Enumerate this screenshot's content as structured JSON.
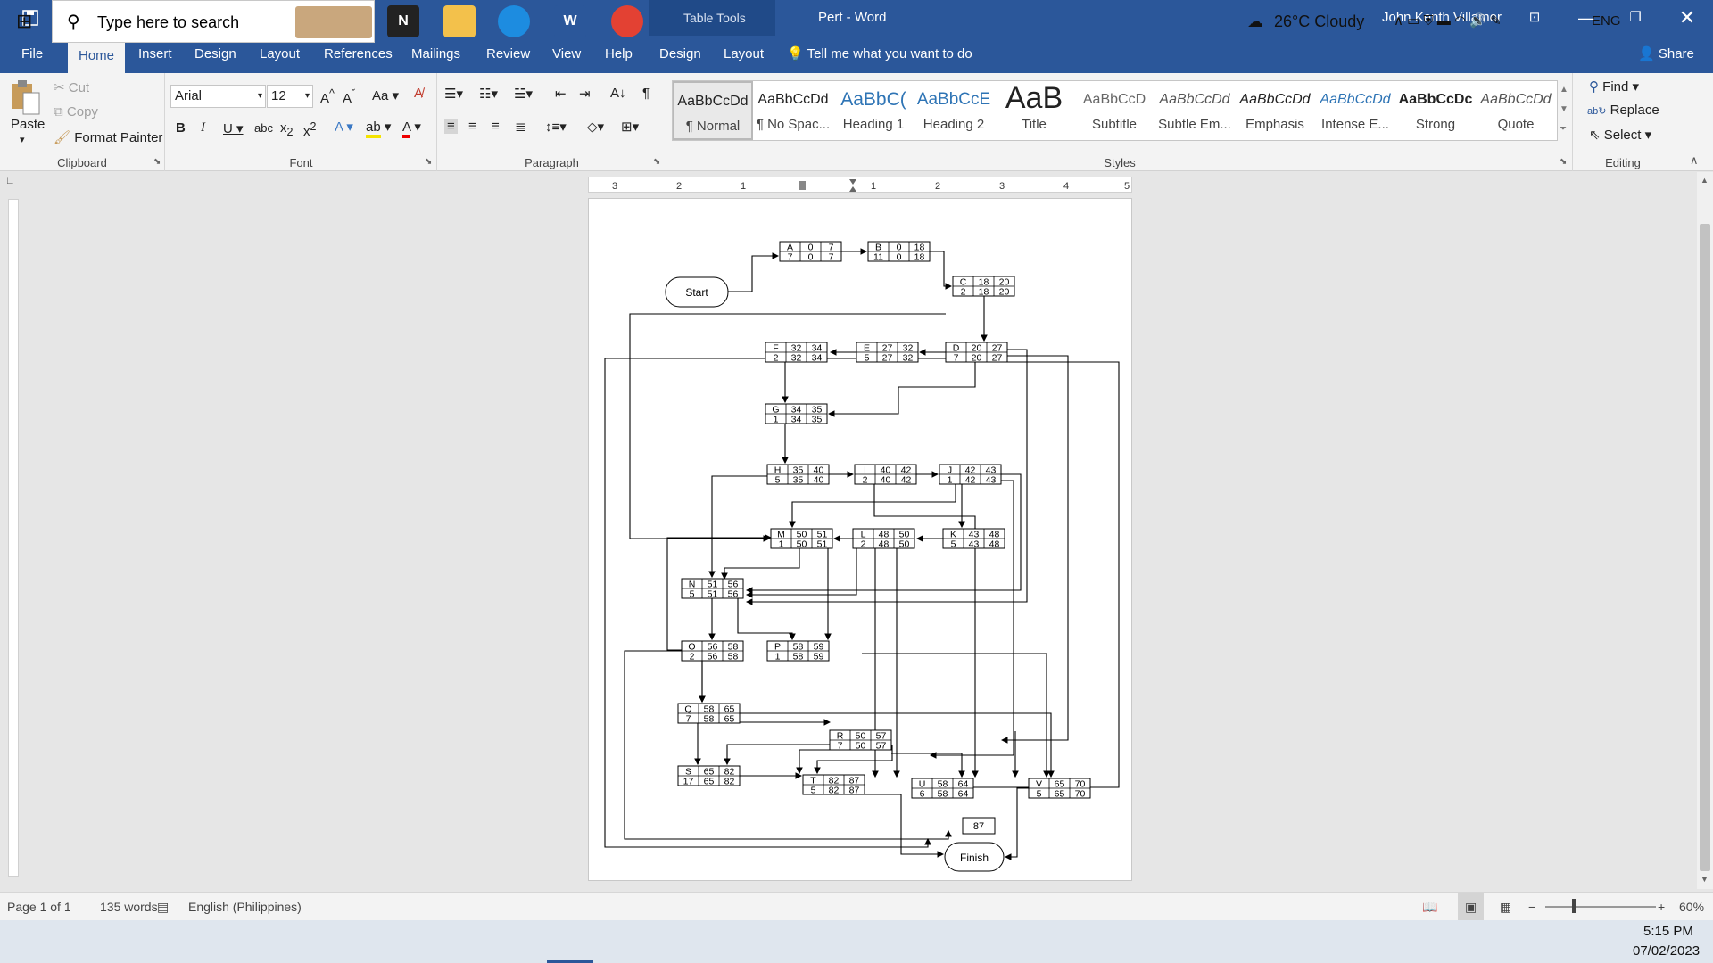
{
  "window": {
    "app_title": "Pert  -  Word",
    "context_tab": "Table Tools",
    "user": "John Kenth Villamor"
  },
  "tabs": [
    "File",
    "Home",
    "Insert",
    "Design",
    "Layout",
    "References",
    "Mailings",
    "Review",
    "View",
    "Help",
    "Design",
    "Layout"
  ],
  "tell_me": "Tell me what you want to do",
  "share": "Share",
  "clipboard": {
    "paste": "Paste",
    "cut": "Cut",
    "copy": "Copy",
    "format_painter": "Format Painter",
    "label": "Clipboard"
  },
  "font": {
    "name": "Arial",
    "size": "12",
    "label": "Font"
  },
  "paragraph": {
    "label": "Paragraph"
  },
  "styles": {
    "label": "Styles",
    "items": [
      {
        "preview": "AaBbCcDd",
        "name": "¶ Normal"
      },
      {
        "preview": "AaBbCcDd",
        "name": "¶ No Spac..."
      },
      {
        "preview": "AaBbC(",
        "name": "Heading 1"
      },
      {
        "preview": "AaBbCcE",
        "name": "Heading 2"
      },
      {
        "preview": "AaB",
        "name": "Title"
      },
      {
        "preview": "AaBbCcD",
        "name": "Subtitle"
      },
      {
        "preview": "AaBbCcDd",
        "name": "Subtle Em..."
      },
      {
        "preview": "AaBbCcDd",
        "name": "Emphasis"
      },
      {
        "preview": "AaBbCcDd",
        "name": "Intense E..."
      },
      {
        "preview": "AaBbCcDc",
        "name": "Strong"
      },
      {
        "preview": "AaBbCcDd",
        "name": "Quote"
      }
    ]
  },
  "editing": {
    "find": "Find",
    "replace": "Replace",
    "select": "Select",
    "label": "Editing"
  },
  "diagram": {
    "start": "Start",
    "finish": "Finish",
    "finish_value": "87",
    "nodes": [
      {
        "id": "A",
        "es": "0",
        "ef": "7",
        "dur": "7",
        "ls": "0",
        "lf": "7"
      },
      {
        "id": "B",
        "es": "0",
        "ef": "18",
        "dur": "11",
        "ls": "0",
        "lf": "18"
      },
      {
        "id": "C",
        "es": "18",
        "ef": "20",
        "dur": "2",
        "ls": "18",
        "lf": "20"
      },
      {
        "id": "D",
        "es": "20",
        "ef": "27",
        "dur": "7",
        "ls": "20",
        "lf": "27"
      },
      {
        "id": "E",
        "es": "27",
        "ef": "32",
        "dur": "5",
        "ls": "27",
        "lf": "32"
      },
      {
        "id": "F",
        "es": "32",
        "ef": "34",
        "dur": "2",
        "ls": "32",
        "lf": "34"
      },
      {
        "id": "G",
        "es": "34",
        "ef": "35",
        "dur": "1",
        "ls": "34",
        "lf": "35"
      },
      {
        "id": "H",
        "es": "35",
        "ef": "40",
        "dur": "5",
        "ls": "35",
        "lf": "40"
      },
      {
        "id": "I",
        "es": "40",
        "ef": "42",
        "dur": "2",
        "ls": "40",
        "lf": "42"
      },
      {
        "id": "J",
        "es": "42",
        "ef": "43",
        "dur": "1",
        "ls": "42",
        "lf": "43"
      },
      {
        "id": "K",
        "es": "43",
        "ef": "48",
        "dur": "5",
        "ls": "43",
        "lf": "48"
      },
      {
        "id": "L",
        "es": "48",
        "ef": "50",
        "dur": "2",
        "ls": "48",
        "lf": "50"
      },
      {
        "id": "M",
        "es": "50",
        "ef": "51",
        "dur": "1",
        "ls": "50",
        "lf": "51"
      },
      {
        "id": "N",
        "es": "51",
        "ef": "56",
        "dur": "5",
        "ls": "51",
        "lf": "56"
      },
      {
        "id": "O",
        "es": "56",
        "ef": "58",
        "dur": "2",
        "ls": "56",
        "lf": "58"
      },
      {
        "id": "P",
        "es": "58",
        "ef": "59",
        "dur": "1",
        "ls": "58",
        "lf": "59"
      },
      {
        "id": "Q",
        "es": "58",
        "ef": "65",
        "dur": "7",
        "ls": "58",
        "lf": "65"
      },
      {
        "id": "R",
        "es": "50",
        "ef": "57",
        "dur": "7",
        "ls": "50",
        "lf": "57"
      },
      {
        "id": "S",
        "es": "65",
        "ef": "82",
        "dur": "17",
        "ls": "65",
        "lf": "82"
      },
      {
        "id": "T",
        "es": "82",
        "ef": "87",
        "dur": "5",
        "ls": "82",
        "lf": "87"
      },
      {
        "id": "U",
        "es": "58",
        "ef": "64",
        "dur": "6",
        "ls": "58",
        "lf": "64"
      },
      {
        "id": "V",
        "es": "65",
        "ef": "70",
        "dur": "5",
        "ls": "65",
        "lf": "70"
      }
    ]
  },
  "status": {
    "page": "Page 1 of 1",
    "words": "135 words",
    "language": "English (Philippines)",
    "zoom": "60%"
  },
  "taskbar": {
    "search_placeholder": "Type here to search",
    "weather": "26°C  Cloudy",
    "lang": "ENG",
    "time": "5:15 PM",
    "date": "07/02/2023"
  },
  "ruler_numbers": [
    "3",
    "2",
    "1",
    "1",
    "2",
    "3",
    "4",
    "5"
  ]
}
